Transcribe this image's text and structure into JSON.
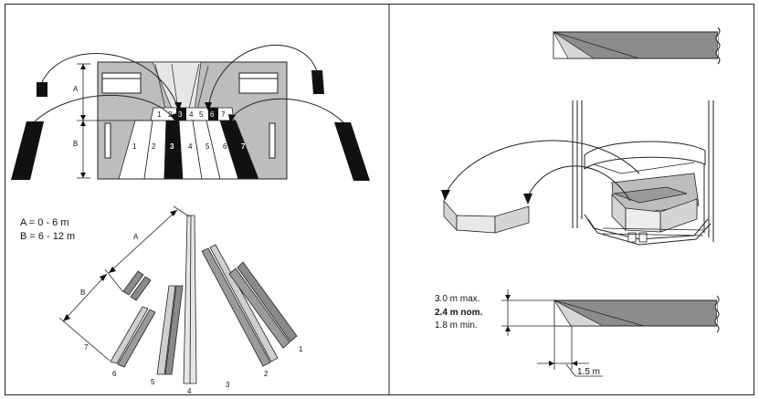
{
  "left_top": {
    "dim_a": "A",
    "dim_b": "B",
    "zones": [
      "1",
      "2",
      "3",
      "4",
      "5",
      "6",
      "7"
    ],
    "small_zones": [
      "1",
      "2",
      "3",
      "4",
      "5",
      "6",
      "7"
    ]
  },
  "left_bottom": {
    "eq_a": "A = 0 - 6 m",
    "eq_b": "B = 6 - 12 m",
    "dim_a": "A",
    "dim_b": "B",
    "beams": [
      "7",
      "6",
      "5",
      "4",
      "3",
      "2",
      "1"
    ]
  },
  "right_bottom": {
    "max_label": "3.0 m max.",
    "nom_label": "2.4 m nom.",
    "min_label": "1.8 m min.",
    "distance_label": "1.5 m"
  },
  "colors": {
    "panel_gray": "#bdbdbd",
    "mid_gray": "#8c8c8c",
    "light_gray": "#d4d4d4",
    "dark": "#111111"
  }
}
